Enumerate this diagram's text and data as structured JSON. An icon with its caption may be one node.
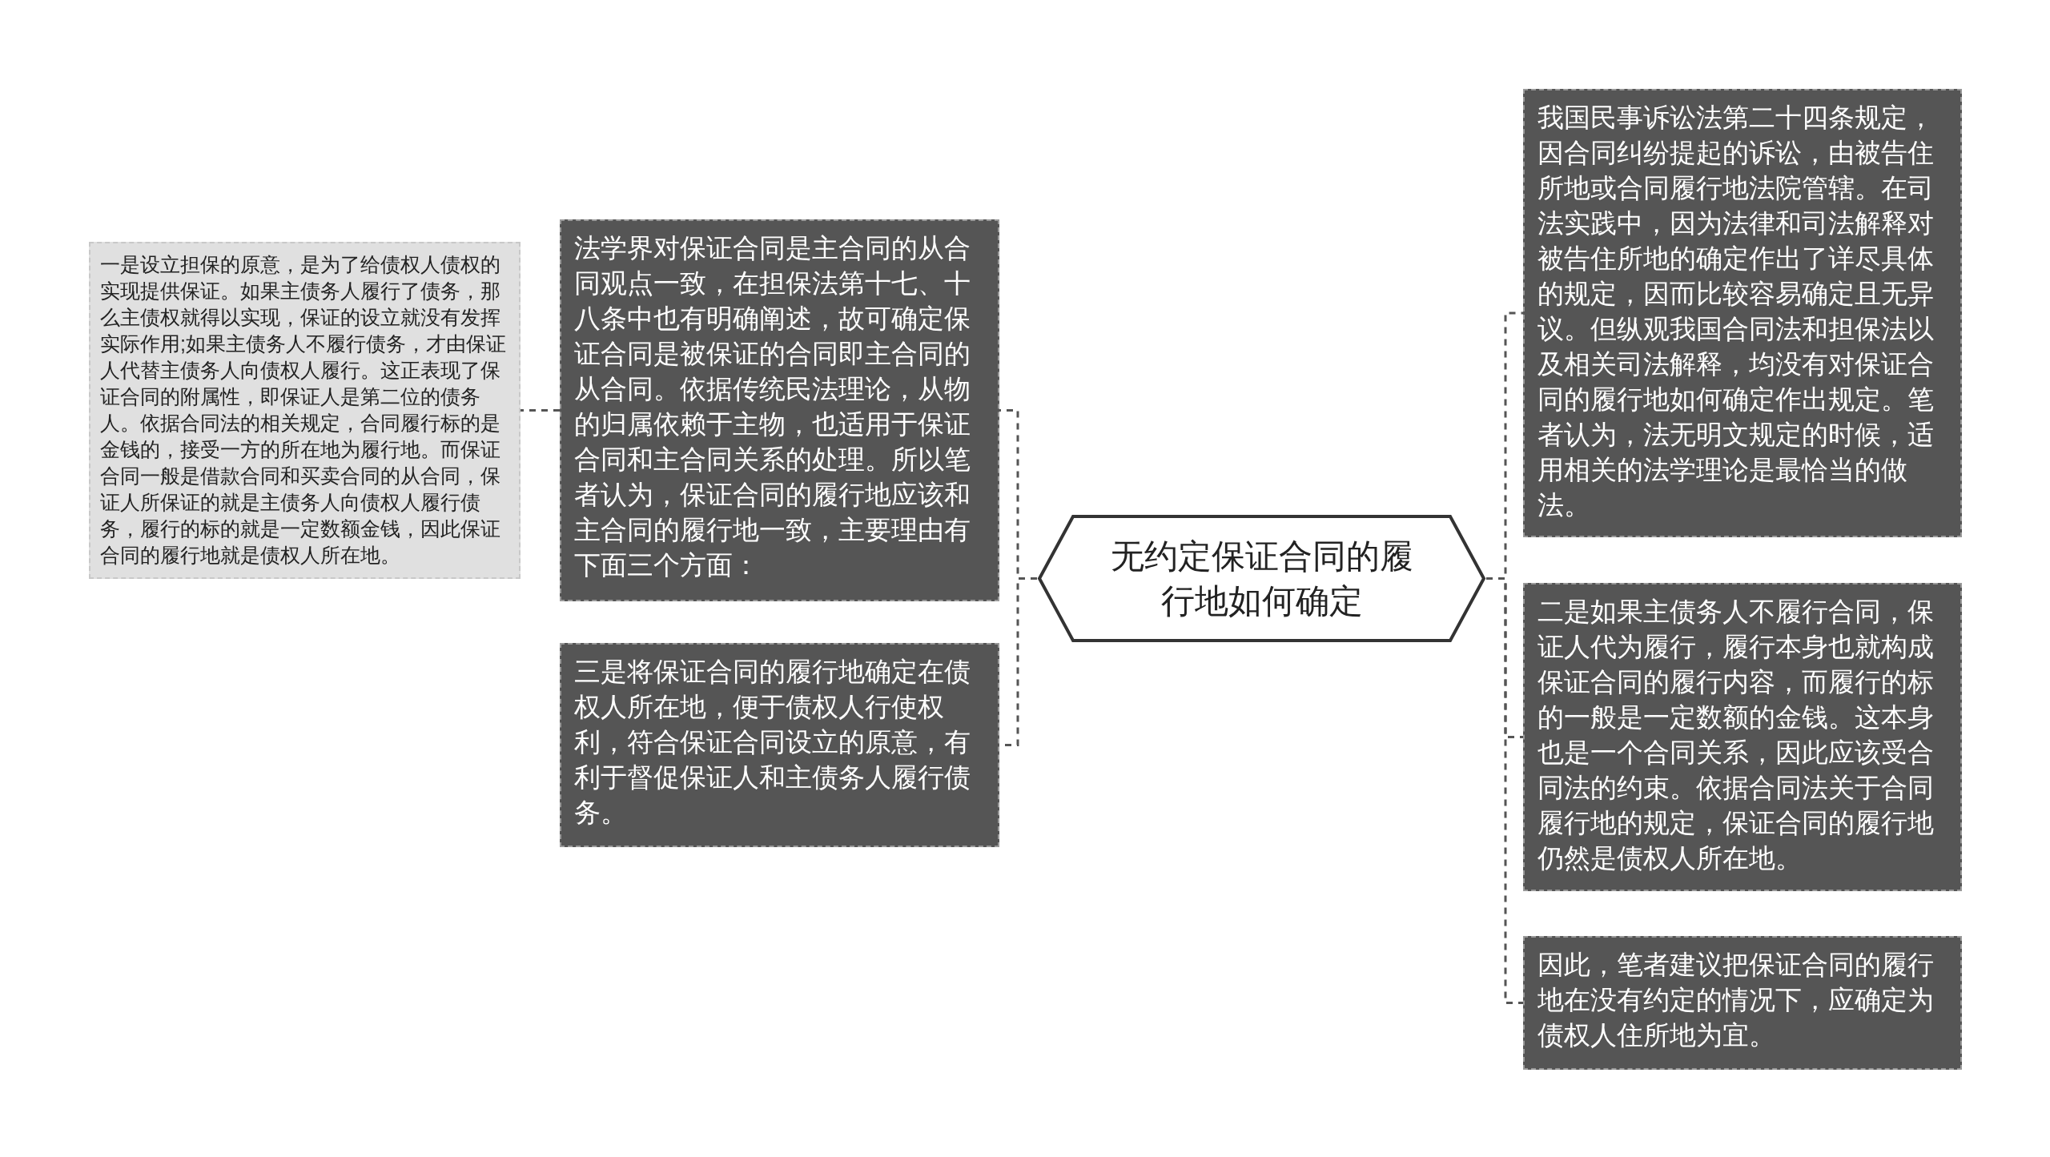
{
  "diagram": {
    "nodes": [
      {
        "text": [
          "无约定保证合同的履行地如何确定"
        ]
      },
      {
        "text": [
          "法学界对保证合同是主合同的从合同观点一致，在担保法第十七、十八条中也有明确阐述，故可确定保证合同是被保证的合同即主合同的从合同。依据传统民法理论，从物的归属依赖于主物，也适用于保证合同和主合同关系的处理。所以笔者认为，保证合同的履行地应该和主合同的履行地一致，主要理由有下面三个方面："
        ]
      },
      {
        "text": [
          "三是将保证合同的履行地确定在债权人所在地，便于债权人行使权利，符合保证合同设立的原意，有利于督促保证人和主债务人履行债务。"
        ]
      },
      {
        "text": [
          "一是设立担保的原意，是为了给债权人债权的实现提供保证。如果主债务人履行了债务，那么主债权就得以实现，保证的设立就没有发挥实际作用;如果主债务人不履行债务，才由保证人代替主债务人向债权人履行。这正表现了保证合同的附属性，即保证人是第二位的债务人。依据合同法的相关规定，合同履行标的是金钱的，接受一方的所在地为履行地。而保证合同一般是借款合同和买卖合同的从合同，保证人所保证的就是主债务人向债权人履行债务，履行的标的就是一定数额金钱，因此保证合同的履行地就是债权人所在地。"
        ]
      },
      {
        "text": [
          "我国民事诉讼法第二十四条规定，因合同纠纷提起的诉讼，由被告住所地或合同履行地法院管辖。在司法实践中，因为法律和司法解释对被告住所地的确定作出了详尽具体的规定，因而比较容易确定且无异议。但纵观我国合同法和担保法以及相关司法解释，均没有对保证合同的履行地如何确定作出规定。笔者认为，法无明文规定的时候，适用相关的法学理论是最恰当的做法。"
        ]
      },
      {
        "text": [
          "二是如果主债务人不履行合同，保证人代为履行，履行本身也就构成保证合同的履行内容，而履行的标的一般是一定数额的金钱。这本身也是一个合同关系，因此应该受合同法的约束。依据合同法关于合同履行地的规定，保证合同的履行地仍然是债权人所在地。"
        ]
      },
      {
        "text": [
          "因此，笔者建议把保证合同的履行地在没有约定的情况下，应确定为债权人住所地为宜。"
        ]
      }
    ],
    "edges": [
      {
        "from": 0,
        "to": 1,
        "arrow": "none",
        "style": "dashed"
      },
      {
        "from": 0,
        "to": 2,
        "arrow": "none",
        "style": "dashed"
      },
      {
        "from": 1,
        "to": 3,
        "arrow": "none",
        "style": "dashed"
      },
      {
        "from": 0,
        "to": 4,
        "arrow": "none",
        "style": "dashed"
      },
      {
        "from": 0,
        "to": 5,
        "arrow": "none",
        "style": "dashed"
      },
      {
        "from": 0,
        "to": 6,
        "arrow": "none",
        "style": "dashed"
      }
    ]
  }
}
